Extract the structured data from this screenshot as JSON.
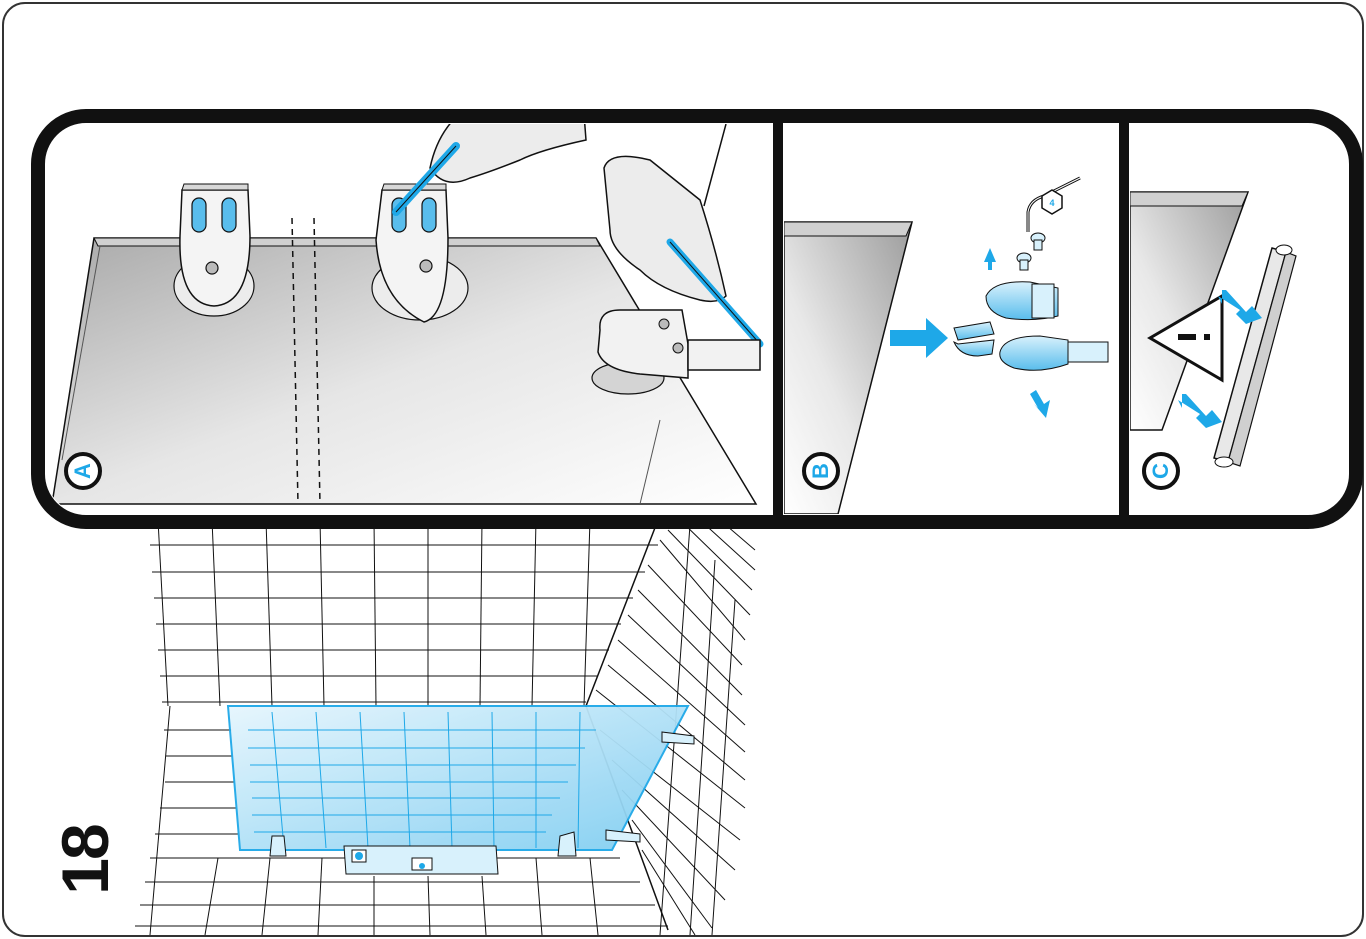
{
  "step": {
    "number": "18"
  },
  "panels": [
    {
      "id": "A",
      "label": "A"
    },
    {
      "id": "B",
      "label": "B"
    },
    {
      "id": "C",
      "label": "C"
    }
  ],
  "icons": {
    "warning": "warning-triangle-icon",
    "hex_key_size": "4"
  },
  "colors": {
    "accent": "#1ea8e8",
    "glass": "#bfe6f7",
    "outline": "#111111"
  }
}
